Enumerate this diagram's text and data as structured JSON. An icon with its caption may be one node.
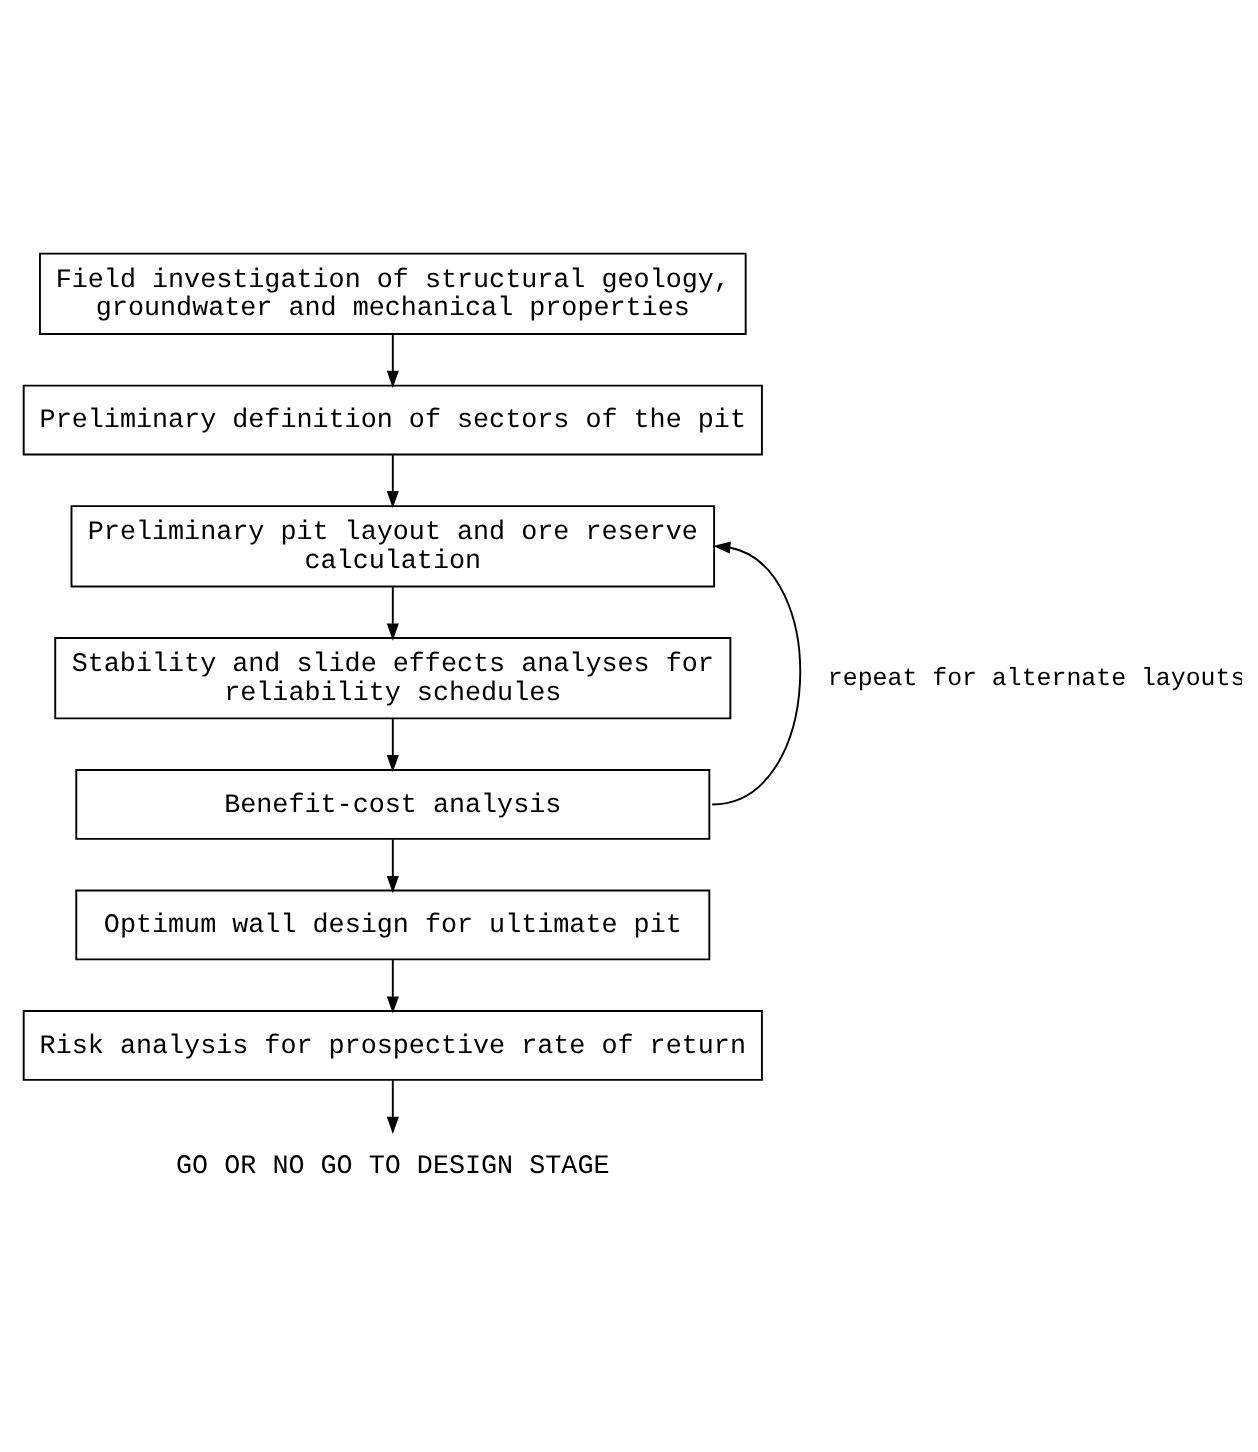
{
  "diagram": {
    "nodes": [
      {
        "text": [
          "Field investigation of structural geology, groundwater and mechanical properties"
        ]
      },
      {
        "text": [
          "Preliminary definition of sectors of the pit"
        ]
      },
      {
        "text": [
          "Preliminary pit layout and ore reserve calculation"
        ]
      },
      {
        "text": [
          "Stability and slide effects analyses for reliability schedules"
        ]
      },
      {
        "text": [
          "Benefit-cost analysis"
        ]
      },
      {
        "text": [
          "Optimum wall design for ultimate pit"
        ]
      },
      {
        "text": [
          "Risk analysis for prospective rate of return"
        ]
      },
      {
        "text": [
          "GO OR NO GO TO DESIGN STAGE"
        ]
      }
    ],
    "edges": [
      {
        "from": 0,
        "to": 1,
        "arrow": "to"
      },
      {
        "from": 1,
        "to": 2,
        "arrow": "to"
      },
      {
        "from": 2,
        "to": 3,
        "arrow": "to"
      },
      {
        "from": 3,
        "to": 4,
        "arrow": "to"
      },
      {
        "from": 4,
        "to": 5,
        "arrow": "to"
      },
      {
        "from": 5,
        "to": 6,
        "arrow": "to"
      },
      {
        "from": 6,
        "to": 7,
        "arrow": "to"
      },
      {
        "from": 4,
        "to": 2,
        "arrow": "to",
        "label": "repeat for alternate layouts"
      }
    ]
  }
}
